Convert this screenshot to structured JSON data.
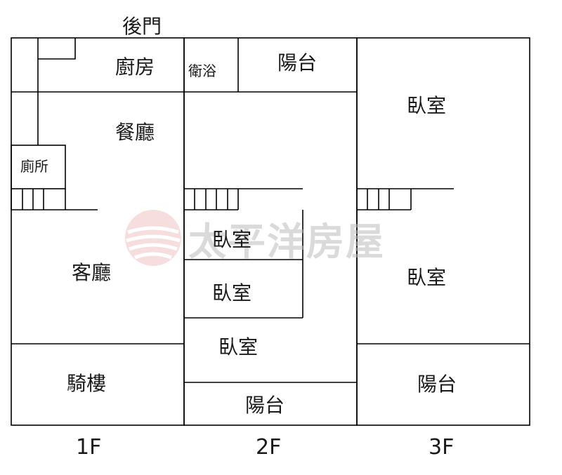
{
  "rooms": {
    "back_door": "後門",
    "kitchen": "廚房",
    "bathroom": "衛浴",
    "balcony_2f_top": "陽台",
    "dining": "餐廳",
    "toilet": "廁所",
    "living": "客廳",
    "arcade": "騎樓",
    "bedroom_2f_a": "臥室",
    "bedroom_2f_b": "臥室",
    "bedroom_2f_c": "臥室",
    "balcony_2f_bottom": "陽台",
    "bedroom_3f_top": "臥室",
    "bedroom_3f_bottom": "臥室",
    "balcony_3f": "陽台"
  },
  "floors": [
    "1F",
    "2F",
    "3F"
  ],
  "watermark": {
    "text": "太平洋房屋",
    "logo_color": "#e8a3a3",
    "text_color": "#bdbdbd"
  }
}
